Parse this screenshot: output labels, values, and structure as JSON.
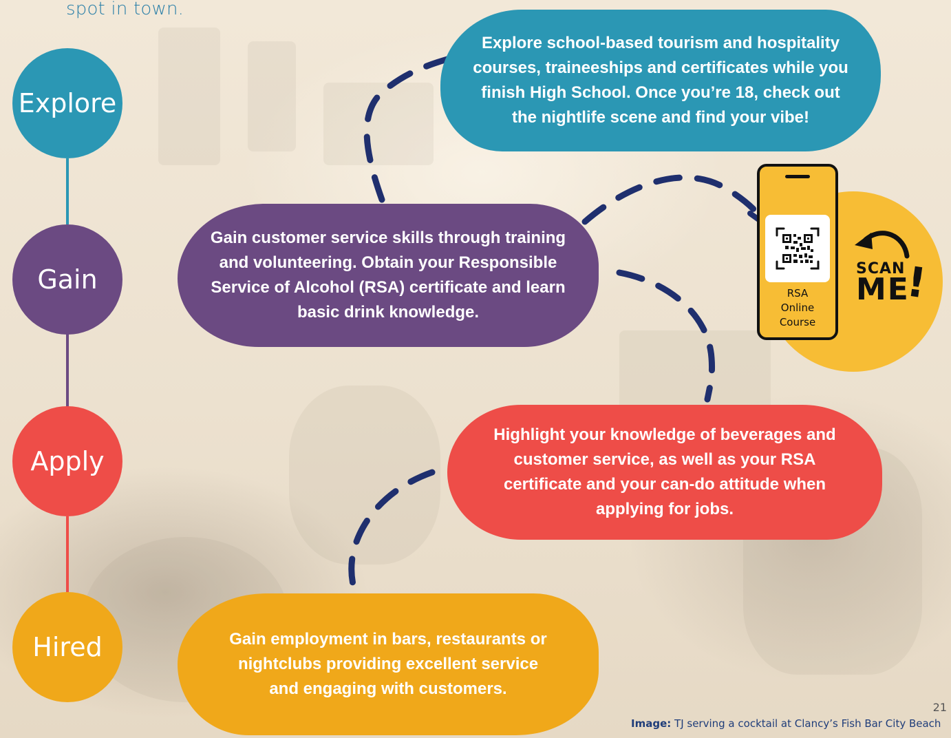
{
  "intro_text": "spot in town.",
  "stages": [
    {
      "label": "Explore",
      "color": "#2b97b4"
    },
    {
      "label": "Gain",
      "color": "#6b4a82"
    },
    {
      "label": "Apply",
      "color": "#ee4d48"
    },
    {
      "label": "Hired",
      "color": "#f0a81a"
    }
  ],
  "connector_colors": {
    "explore_gain": "#2b97b4",
    "gain_apply": "#6b4a82",
    "apply_hired": "#ee4d48"
  },
  "descriptions": {
    "explore": "Explore school-based tourism and hospitality courses, traineeships and certificates while you finish High School. Once you’re 18, check out the nightlife scene and find your vibe!",
    "gain": "Gain customer service skills through training and volunteering. Obtain your Responsible Service of Alcohol (RSA) certificate and learn basic drink knowledge.",
    "apply": "Highlight your knowledge of beverages and customer service, as well as your RSA certificate and your can-do attitude when applying for jobs.",
    "hired": "Gain employment in bars, restaurants or nightclubs providing excellent service and engaging with customers."
  },
  "dash_color": "#1f2f6e",
  "qr_card": {
    "label_line1": "RSA",
    "label_line2": "Online",
    "label_line3": "Course",
    "scan": "SCAN",
    "me": "ME",
    "exclaim": "!",
    "icon": "qr-code-icon",
    "arrow_icon": "curved-arrow-icon",
    "sticker_color": "#f7bd35"
  },
  "page_number": "21",
  "caption": {
    "label": "Image:",
    "text": "TJ serving a cocktail at Clancy’s Fish Bar City Beach"
  }
}
